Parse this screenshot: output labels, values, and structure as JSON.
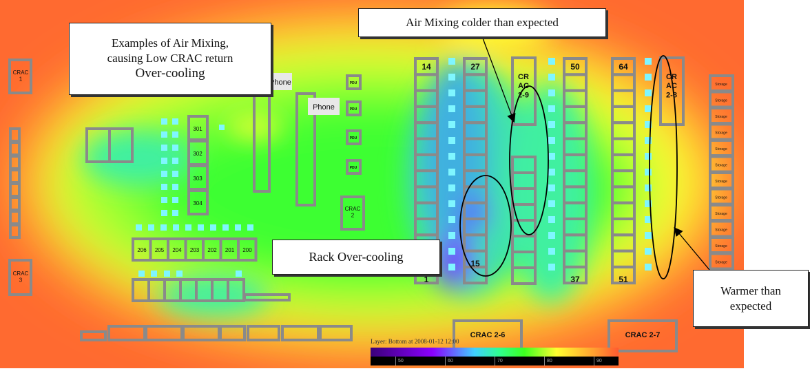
{
  "callouts": {
    "air_mixing_examples": [
      "Examples of Air Mixing,",
      "causing Low CRAC return",
      "Over-cooling"
    ],
    "air_mixing_colder": "Air Mixing colder than expected",
    "rack_overcooling": "Rack Over-cooling",
    "warmer": [
      "Warmer than",
      "expected"
    ]
  },
  "units": {
    "crac1": [
      "CRAC",
      "1"
    ],
    "crac3": [
      "CRAC",
      "3"
    ],
    "crac2": [
      "CRAC",
      "2"
    ],
    "crac29": [
      "CR",
      "AC",
      "2-9"
    ],
    "crac28": [
      "CR",
      "AC",
      "2-8"
    ],
    "crac26": "CRAC 2-6",
    "crac27": "CRAC 2-7",
    "phone": "Phone",
    "pdu": "PDU",
    "storage": "Storage"
  },
  "racks_300": [
    "301",
    "302",
    "303",
    "304"
  ],
  "racks_200": [
    "206",
    "205",
    "204",
    "203",
    "202",
    "201",
    "200"
  ],
  "rack_numbers": {
    "r14": "14",
    "r1": "1",
    "r27": "27",
    "r15": "15",
    "r50": "50",
    "r37": "37",
    "r64": "64",
    "r51": "51"
  },
  "legend": {
    "caption": "Layer: Bottom at 2008-01-12 12:00",
    "ticks": [
      "50",
      "60",
      "70",
      "80",
      "90"
    ]
  },
  "colors": {
    "cold": "#6a00ff",
    "cool": "#3fd0ff",
    "mid": "#3cff20",
    "warm": "#ffff30",
    "hot": "#ff5a30",
    "rack": "#8a8a8a",
    "tile": "#7ff6ff"
  }
}
